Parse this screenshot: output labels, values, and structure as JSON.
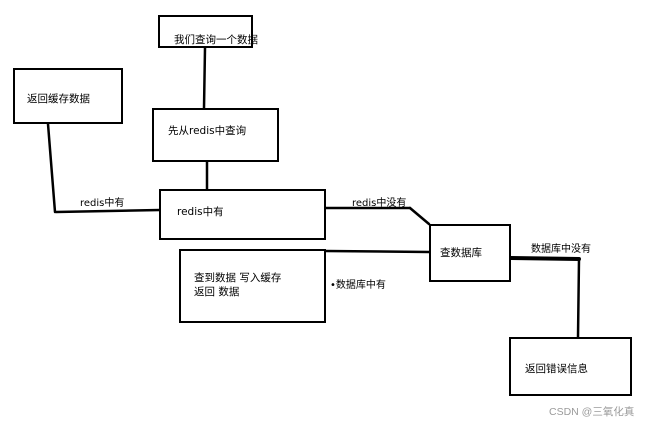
{
  "nodes": {
    "query_data": "我们查询一个数据",
    "return_cache": "返回缓存数据",
    "query_redis": "先从redis中查询",
    "redis_has": "redis中有",
    "found_write_cache": "查到数据 写入缓存\n返回 数据",
    "query_db": "查数据库",
    "return_error": "返回错误信息"
  },
  "edge_labels": {
    "redis_hit": "redis中有",
    "redis_miss": "redis中没有",
    "db_hit": "•数据库中有",
    "db_miss": "数据库中没有"
  },
  "watermark": "CSDN @三氧化真"
}
